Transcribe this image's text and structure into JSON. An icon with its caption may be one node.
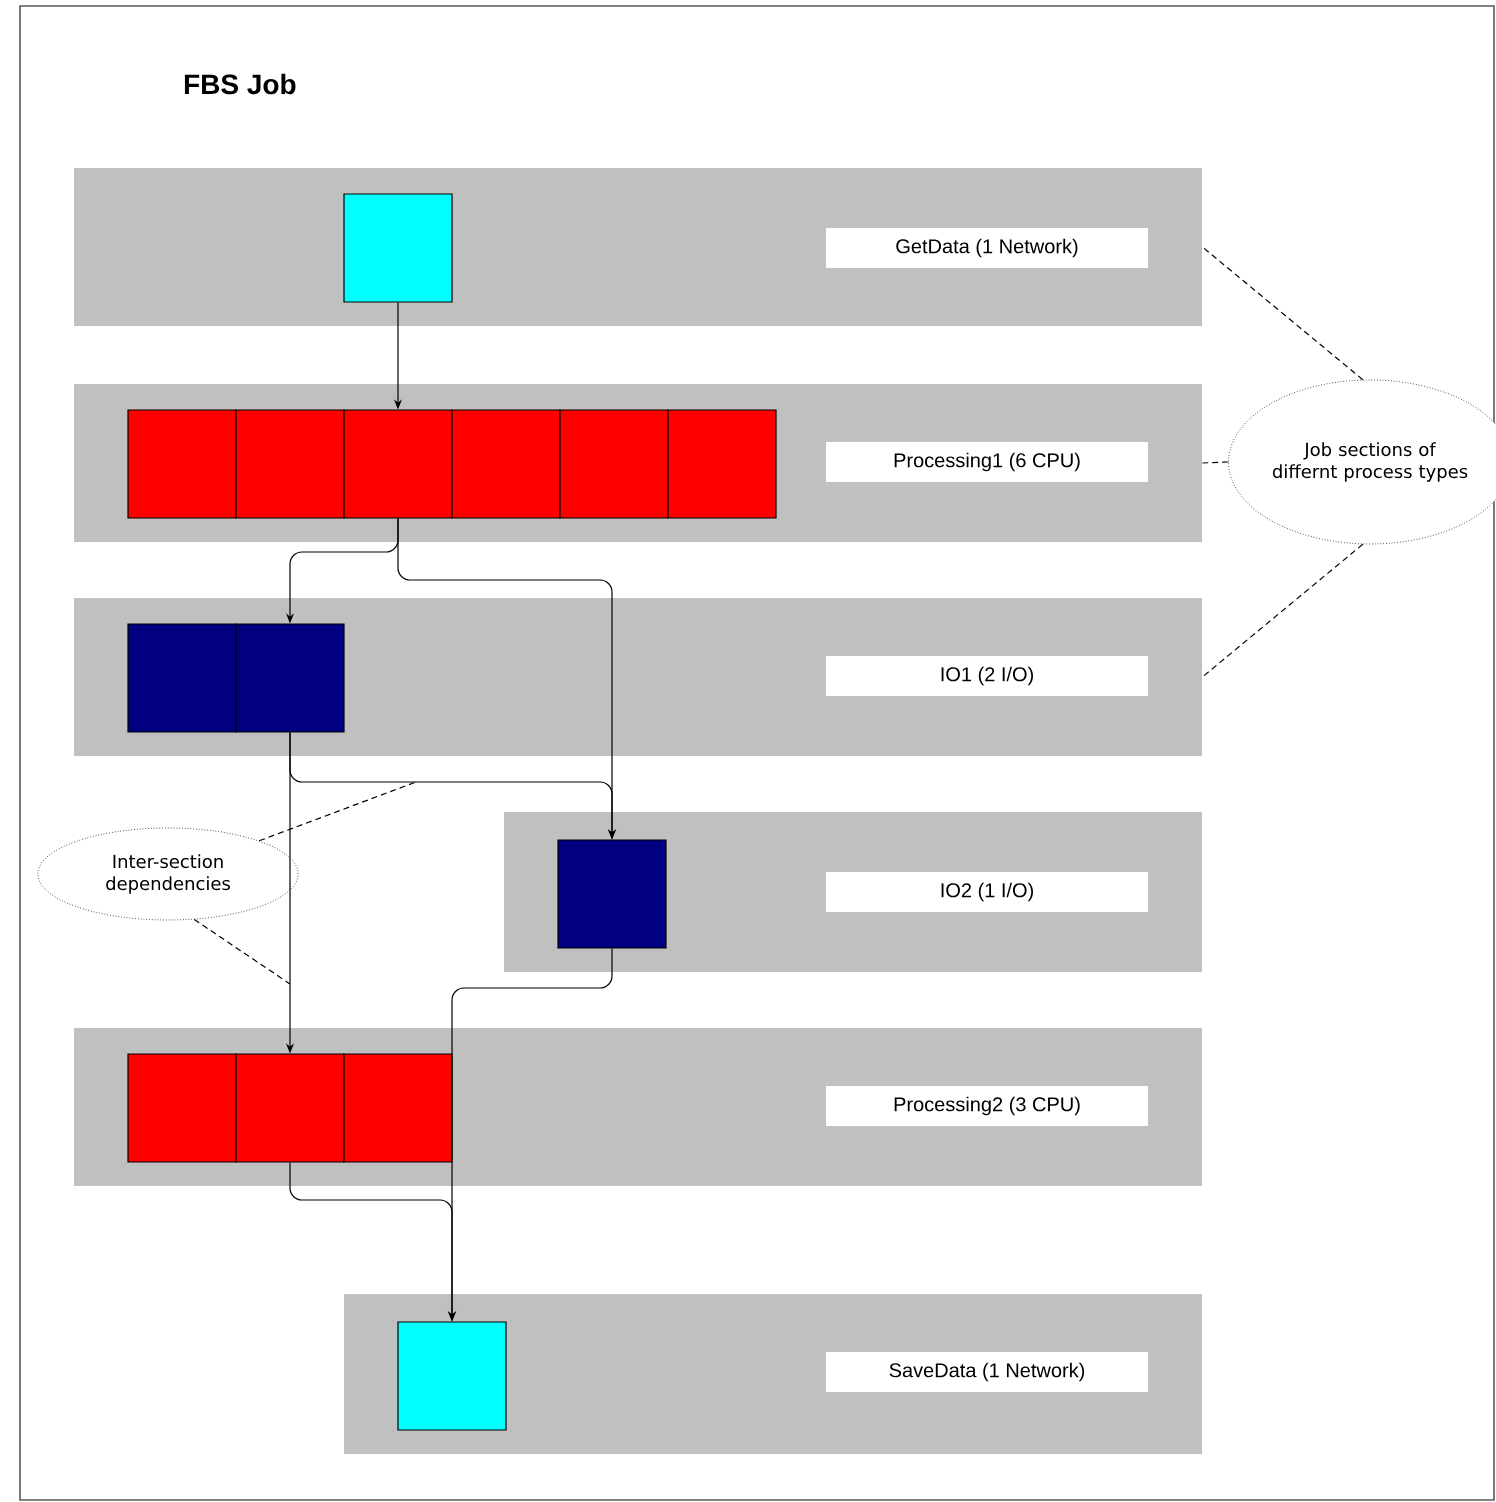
{
  "diagram": {
    "title": "FBS Job",
    "nodes": [
      {
        "text": [],
        "shape": "band"
      },
      {
        "text": [
          "GetData (1 Network)"
        ],
        "in": 0
      },
      {
        "text": [],
        "shape": "box",
        "in": 0
      },
      {
        "text": [],
        "shape": "band"
      },
      {
        "text": [
          "Processing1 (6 CPU)"
        ],
        "in": 3
      },
      {
        "text": [],
        "shape": "box",
        "in": 3
      },
      {
        "text": [],
        "shape": "box",
        "in": 3
      },
      {
        "text": [],
        "shape": "box",
        "in": 3
      },
      {
        "text": [],
        "shape": "box",
        "in": 3
      },
      {
        "text": [],
        "shape": "box",
        "in": 3
      },
      {
        "text": [],
        "shape": "box",
        "in": 3
      },
      {
        "text": [
          "Job sections of differnt process types"
        ]
      },
      {
        "text": [],
        "shape": "band"
      },
      {
        "text": [
          "IO1 (2 I/O)"
        ],
        "in": 12
      },
      {
        "text": [],
        "shape": "box",
        "in": 12
      },
      {
        "text": [],
        "shape": "box",
        "in": 12
      },
      {
        "text": [
          "Inter-section dependencies"
        ]
      },
      {
        "text": [],
        "shape": "band"
      },
      {
        "text": [
          "IO2 (1 I/O)"
        ],
        "in": 17
      },
      {
        "text": [],
        "shape": "box",
        "in": 17
      },
      {
        "text": [],
        "shape": "band"
      },
      {
        "text": [
          "Processing2 (3 CPU)"
        ],
        "in": 20
      },
      {
        "text": [],
        "shape": "box",
        "in": 20
      },
      {
        "text": [],
        "shape": "box",
        "in": 20
      },
      {
        "text": [],
        "shape": "box",
        "in": 20
      },
      {
        "text": [],
        "shape": "band"
      },
      {
        "text": [
          "SaveData (1 Network)"
        ],
        "in": 25
      },
      {
        "text": [],
        "shape": "box",
        "in": 25
      }
    ],
    "edges": [
      {
        "from": 2,
        "to": 7,
        "arrow": "to"
      },
      {
        "from": 7,
        "to": 15,
        "arrow": "to"
      },
      {
        "from": 7,
        "to": 19,
        "arrow": "to"
      },
      {
        "from": 15,
        "to": 23,
        "arrow": "to"
      },
      {
        "from": 15,
        "to": 19,
        "arrow": "to"
      },
      {
        "from": 19,
        "to": 27,
        "arrow": "to"
      },
      {
        "from": 23,
        "to": 27,
        "arrow": "to"
      },
      {
        "from": 11,
        "to": 0,
        "arrow": "none",
        "style": "dashed"
      },
      {
        "from": 11,
        "to": 3,
        "arrow": "none",
        "style": "dashed"
      },
      {
        "from": 11,
        "to": 12,
        "arrow": "none",
        "style": "dashed"
      },
      {
        "from": 16,
        "to": null,
        "arrow": "none",
        "style": "dashed"
      },
      {
        "from": 16,
        "to": null,
        "arrow": "none",
        "style": "dashed"
      }
    ]
  }
}
